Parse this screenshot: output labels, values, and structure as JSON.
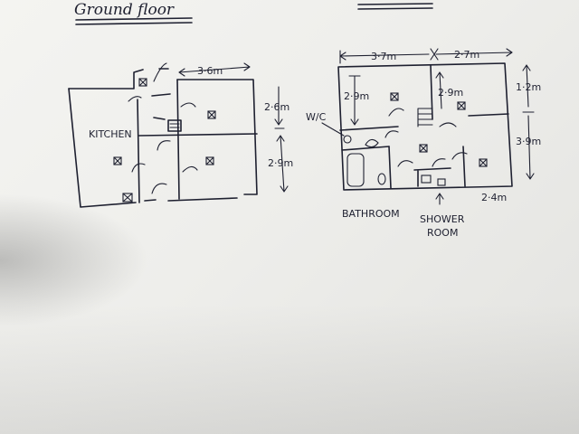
{
  "titles": {
    "ground_floor": "Ground floor"
  },
  "ground_floor": {
    "rooms": {
      "kitchen": "KITCHEN"
    },
    "dimensions": {
      "width_top": "3·6m",
      "height_upper": "2·6m",
      "height_lower": "2·9m"
    }
  },
  "first_floor": {
    "rooms": {
      "wc": "W/C",
      "bathroom": "BATHROOM",
      "shower_line1": "SHOWER",
      "shower_line2": "ROOM"
    },
    "dimensions": {
      "width_left": "3·7m",
      "width_right": "2·7m",
      "height_left_room": "2·9m",
      "height_mid_room": "2·9m",
      "height_right_upper": "1·2m",
      "height_right_lower": "3·9m",
      "width_bottom_right": "2·4m"
    }
  },
  "colors": {
    "ink": "#1e2030",
    "paper": "#f0f0ed"
  }
}
